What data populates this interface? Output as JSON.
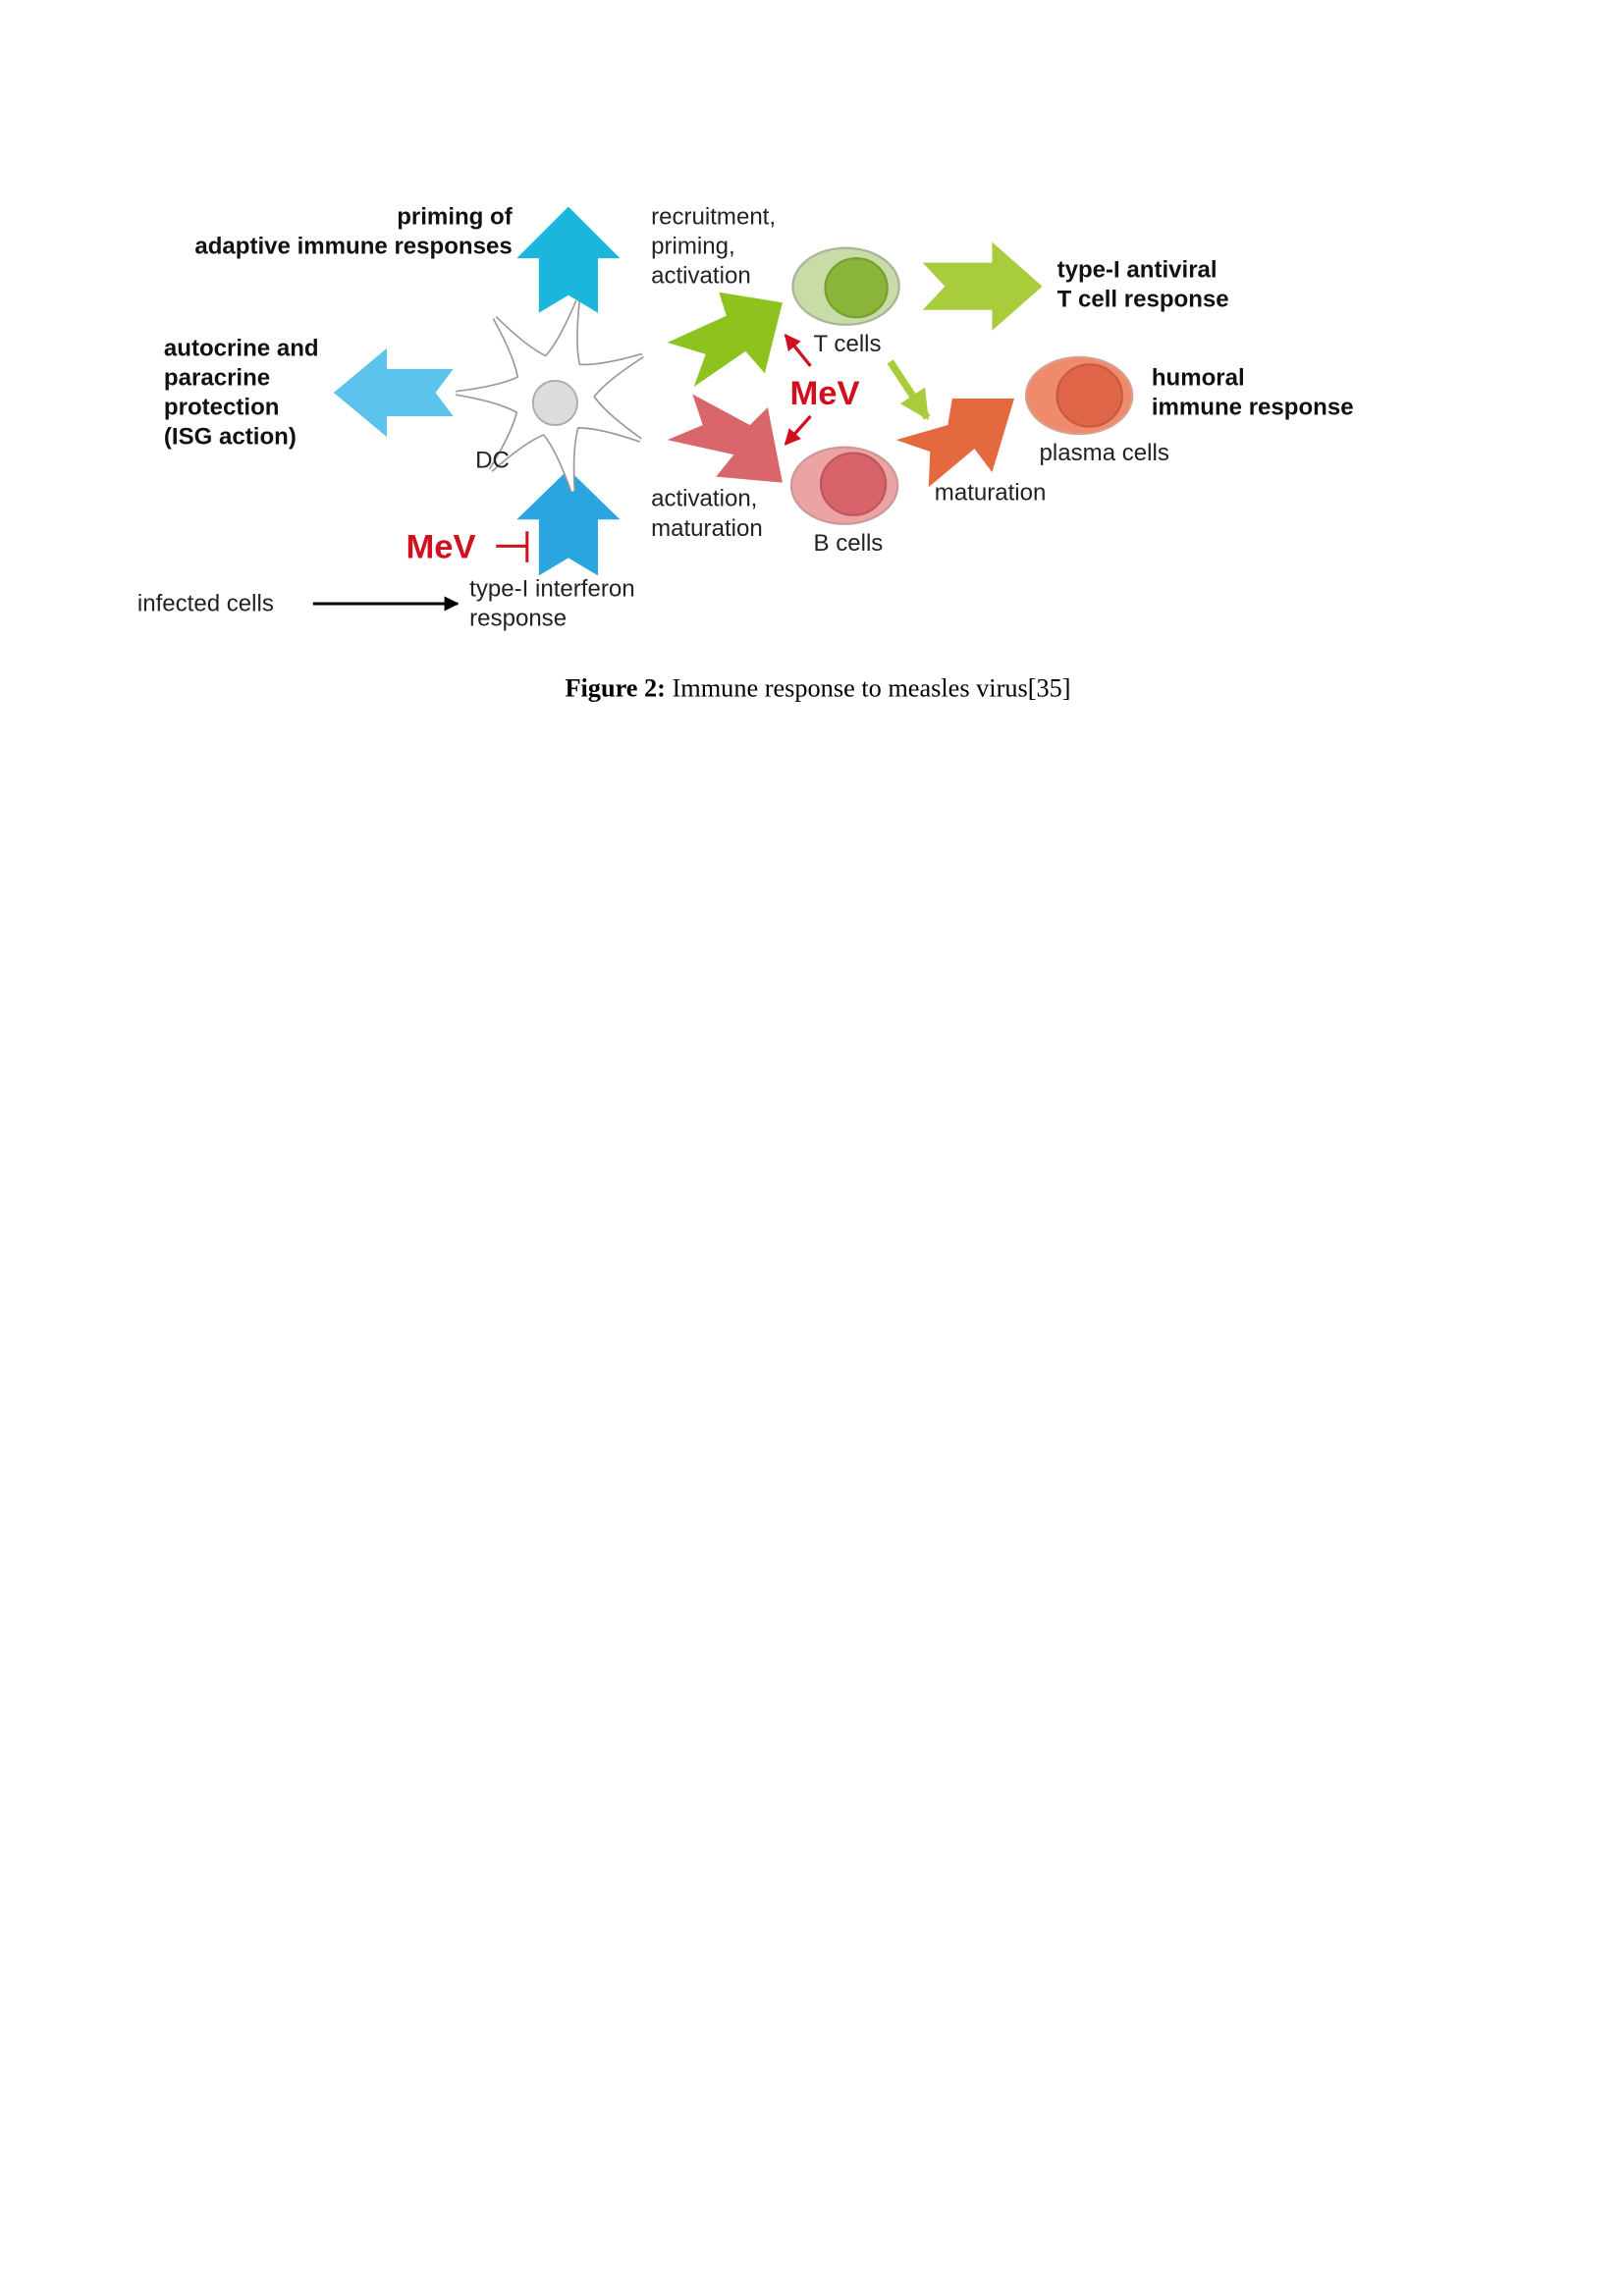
{
  "figure": {
    "labels": {
      "priming_line1": "priming of",
      "priming_line2": "adaptive immune responses",
      "recruit_line1": "recruitment,",
      "recruit_line2": "priming,",
      "recruit_line3": "activation",
      "antiviral_line1": "type-I antiviral",
      "antiviral_line2": "T cell response",
      "autocrine_line1": "autocrine and",
      "autocrine_line2": "paracrine",
      "autocrine_line3": "protection",
      "autocrine_line4": "(ISG action)",
      "t_cells": "T cells",
      "mev_center": "MeV",
      "humoral_line1": "humoral",
      "humoral_line2": "immune response",
      "dc": "DC",
      "plasma_cells": "plasma cells",
      "maturation": "maturation",
      "activation_line1": "activation,",
      "activation_line2": "maturation",
      "b_cells": "B cells",
      "mev_inhibit": "MeV",
      "infected_cells": "infected cells",
      "interferon_line1": "type-I interferon",
      "interferon_line2": "response"
    },
    "colors": {
      "cyan_arrow": "#1cb5dc",
      "light_blue_arrow": "#5cc3ec",
      "blue_arrow": "#2aa5e0",
      "green_arrow": "#8dc21f",
      "light_green_arrow": "#a8cc3c",
      "red_arrow": "#d9666b",
      "orange_arrow": "#e4693f",
      "mev_red": "#d0101e"
    }
  },
  "caption": {
    "label": "Figure 2:",
    "text": " Immune response to measles virus[35]"
  }
}
